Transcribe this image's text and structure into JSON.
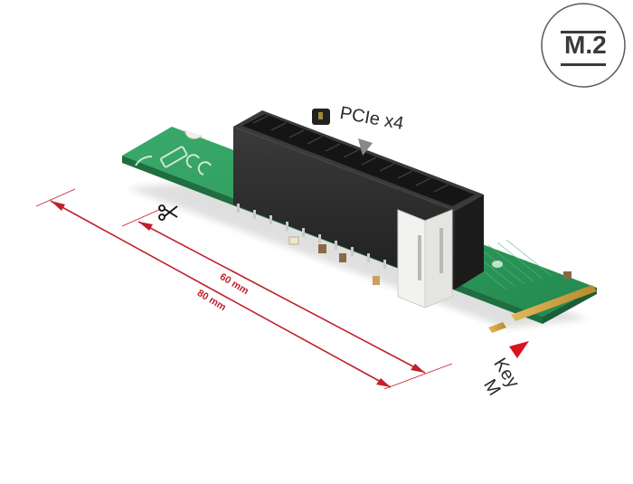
{
  "badge": {
    "label": "M.2",
    "icon": "m2-form-factor-icon",
    "border_color": "#5a5a5a",
    "text_color": "#3a3a3a"
  },
  "product": {
    "description": "M.2 Key M to PCIe x4 slot adapter card",
    "pcb_color": "#2e9b5e",
    "slot_color": "#2b2b2b",
    "contacts_color": "#d4a640"
  },
  "callouts": {
    "slot_label": "PCIe x4",
    "key_label_line1": "Key",
    "key_label_line2": "M",
    "pointer_color": "#888888",
    "key_pointer_color": "#d9141e"
  },
  "dimensions": {
    "short_length": "60 mm",
    "long_length": "80 mm",
    "cut_icon": "scissors-icon",
    "line_color": "#c0202a"
  }
}
